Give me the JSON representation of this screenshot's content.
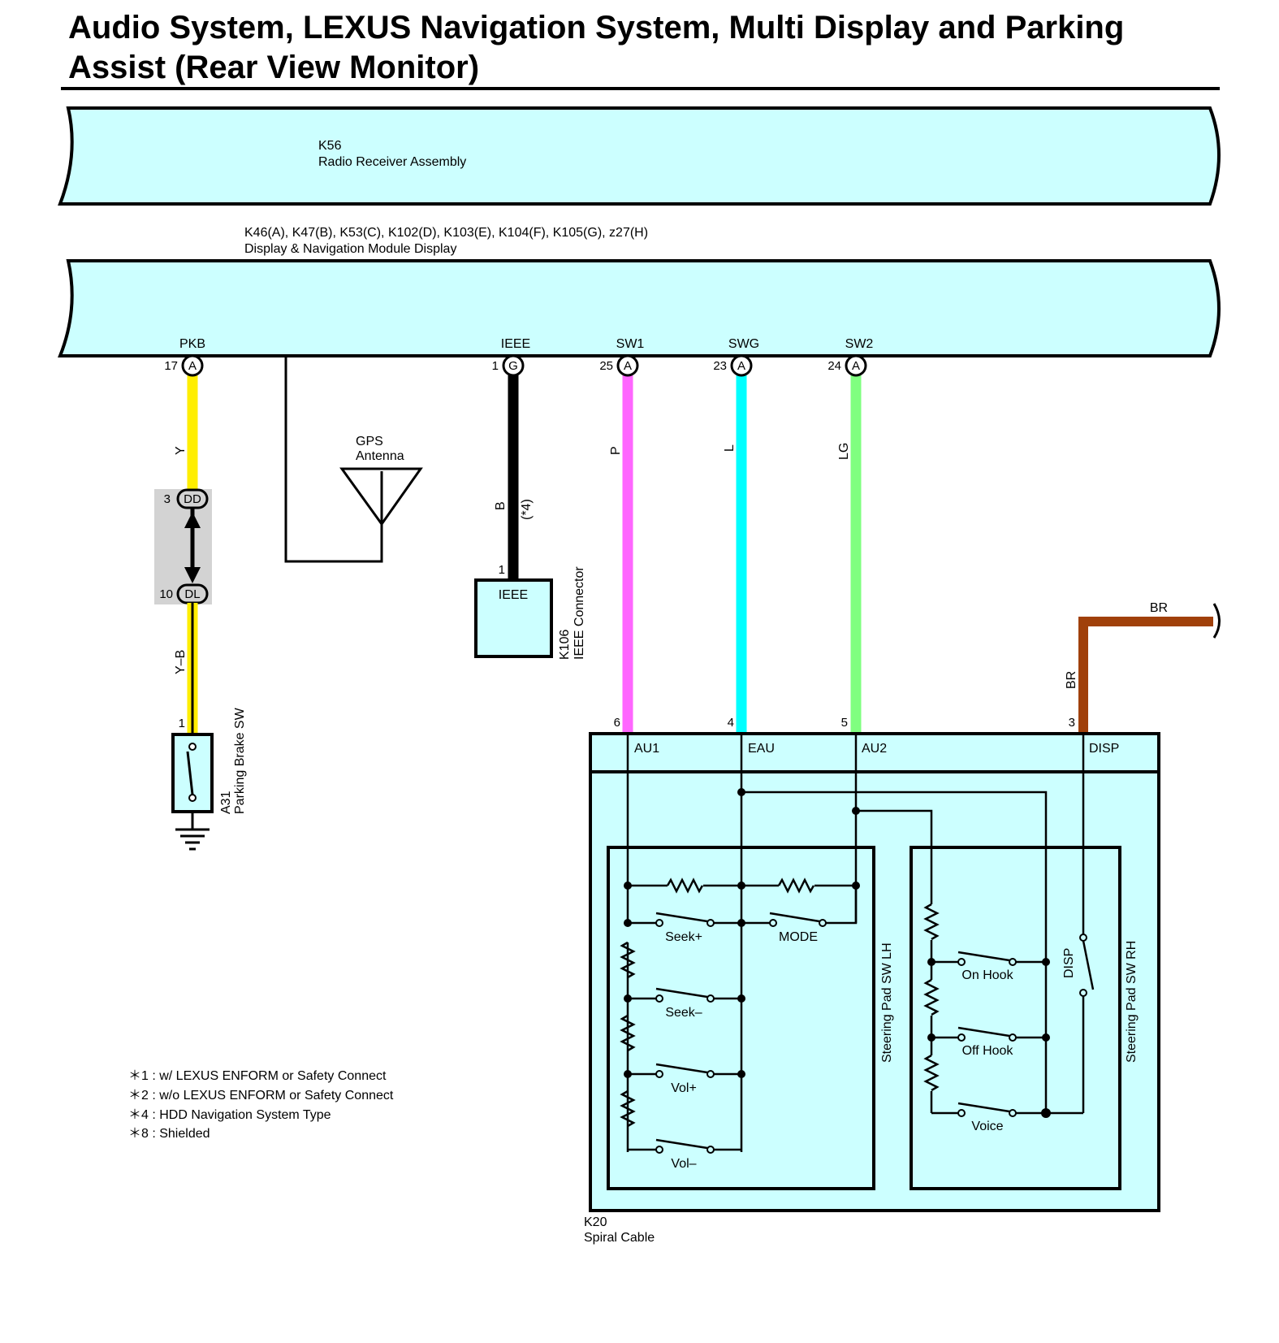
{
  "title": {
    "line1": "Audio System, LEXUS Navigation System, Multi Display and Parking",
    "line2": "Assist (Rear View Monitor)"
  },
  "components": {
    "k56": {
      "code": "K56",
      "name": "Radio Receiver Assembly"
    },
    "display_module": {
      "connectors": "K46(A), K47(B), K53(C), K102(D), K103(E), K104(F), K105(G), z27(H)",
      "name": "Display & Navigation Module Display",
      "terminals": [
        {
          "name": "PKB",
          "pin": "17",
          "connector": "A"
        },
        {
          "name": "IEEE",
          "pin": "1",
          "connector": "G"
        },
        {
          "name": "SW1",
          "pin": "25",
          "connector": "A"
        },
        {
          "name": "SWG",
          "pin": "23",
          "connector": "A"
        },
        {
          "name": "SW2",
          "pin": "24",
          "connector": "A"
        }
      ]
    },
    "gps": {
      "line1": "GPS",
      "line2": "Antenna"
    },
    "k106": {
      "code": "K106",
      "name": "IEEE Connector",
      "terminal": "IEEE",
      "pin": "1"
    },
    "a31": {
      "code": "A31",
      "name": "Parking Brake SW",
      "pin": "1"
    },
    "junction": {
      "top_pin": "3",
      "top_code": "DD",
      "bottom_pin": "10",
      "bottom_code": "DL"
    },
    "k20": {
      "code": "K20",
      "name": "Spiral Cable",
      "terminals": [
        {
          "name": "AU1",
          "pin": "6"
        },
        {
          "name": "EAU",
          "pin": "4"
        },
        {
          "name": "AU2",
          "pin": "5"
        },
        {
          "name": "DISP",
          "pin": "3"
        }
      ]
    },
    "sw_lh": {
      "name": "Steering Pad SW LH",
      "switches": [
        "Seek+",
        "MODE",
        "Seek–",
        "Vol+",
        "Vol–"
      ]
    },
    "sw_rh": {
      "name": "Steering Pad SW RH",
      "switches": [
        "On Hook",
        "Off Hook",
        "Voice",
        "DISP"
      ]
    }
  },
  "wires": [
    {
      "id": "pkb",
      "color_code": "Y",
      "color": "#ffee00"
    },
    {
      "id": "pkb2",
      "color_code": "Y–B",
      "color": "#ffee00"
    },
    {
      "id": "ieee",
      "color_code": "B",
      "note": "(*4)",
      "color": "#000000"
    },
    {
      "id": "sw1",
      "color_code": "P",
      "color": "#ff66ff"
    },
    {
      "id": "swg",
      "color_code": "L",
      "color": "#00ffff"
    },
    {
      "id": "sw2",
      "color_code": "LG",
      "color": "#80ff80"
    },
    {
      "id": "disp",
      "color_code": "BR",
      "color": "#a0400a"
    },
    {
      "id": "disp_top",
      "color_code": "BR",
      "color": "#a0400a"
    }
  ],
  "notes": [
    "＊1 : w/ LEXUS ENFORM or Safety Connect",
    "＊2 : w/o LEXUS ENFORM or Safety Connect",
    "＊4 : HDD Navigation System Type",
    "＊8 : Shielded"
  ],
  "colors": {
    "block_fill": "#ccffff",
    "junction_fill": "#d3d3d3"
  }
}
